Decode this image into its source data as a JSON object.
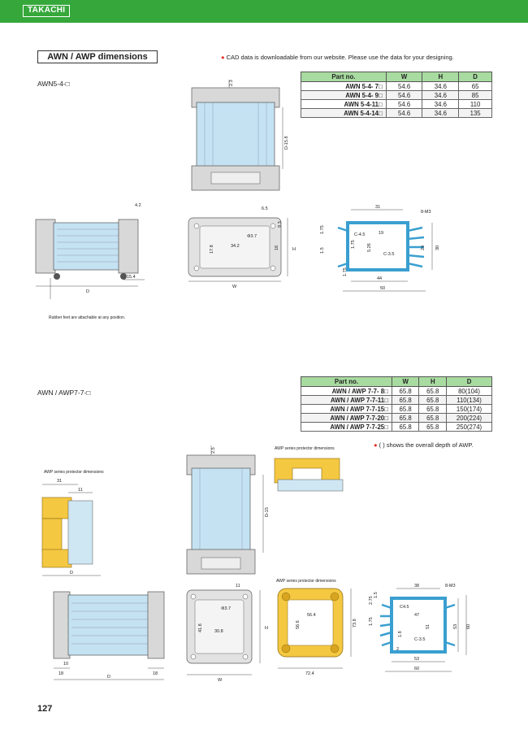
{
  "header": {
    "brand": "TAKACHI"
  },
  "section_title": "AWN / AWP dimensions",
  "cad_note": "CAD data is downloadable from our website.  Please use the data for your designing.",
  "awn5": {
    "label": "AWN5-4-□",
    "table": {
      "headers": [
        "Part no.",
        "W",
        "H",
        "D"
      ],
      "rows": [
        [
          "AWN 5-4- 7□",
          "54.6",
          "34.6",
          "65"
        ],
        [
          "AWN 5-4- 9□",
          "54.6",
          "34.6",
          "85"
        ],
        [
          "AWN 5-4-11□",
          "54.6",
          "34.6",
          "110"
        ],
        [
          "AWN 5-4-14□",
          "54.6",
          "34.6",
          "135"
        ]
      ]
    },
    "rubber_note": "Rubber feet are attachable at any position.",
    "dims": {
      "top_offset": "2.3",
      "depth": "D-15.8",
      "end_w": "4.2",
      "depth_label": "D",
      "foot": "15.4",
      "face_a": "6.5",
      "face_b": "9.3",
      "hole": "Φ3.7",
      "face_c": "17.8",
      "face_d": "34.2",
      "face_e": "16",
      "h": "H",
      "w": "W",
      "prof_31": "31",
      "m3": "8-M3",
      "prof_175": "1.75",
      "c45": "C-4.5",
      "prof_19": "19",
      "prof_15": "1.5",
      "prof_175b": "1.75",
      "prof_526": "5.26",
      "c35": "C-3.5",
      "prof_24": "24",
      "prof_30": "30",
      "prof_44": "44",
      "prof_50": "50",
      "prof_175c": "1.75"
    }
  },
  "awn7": {
    "label": "AWN / AWP7-7-□",
    "table": {
      "headers": [
        "Part no.",
        "W",
        "H",
        "D"
      ],
      "rows": [
        [
          "AWN / AWP 7-7- 8□",
          "65.8",
          "65.8",
          "80(104)"
        ],
        [
          "AWN / AWP 7-7-11□",
          "65.8",
          "65.8",
          "110(134)"
        ],
        [
          "AWN / AWP 7-7-15□",
          "65.8",
          "65.8",
          "150(174)"
        ],
        [
          "AWN / AWP 7-7-20□",
          "65.8",
          "65.8",
          "200(224)"
        ],
        [
          "AWN / AWP 7-7-25□",
          "65.8",
          "65.8",
          "250(274)"
        ]
      ]
    },
    "depth_note": "(   ) shows the overall depth of AWP.",
    "protector_caption": "AWP series protector dimensions",
    "dims": {
      "top_offset": "2.5",
      "depth": "D-15",
      "p31": "31",
      "p11": "11",
      "pd": "D",
      "h": "H",
      "w": "W",
      "d": "D",
      "e18": "18",
      "e18b": "18",
      "e10": "10",
      "f11": "11",
      "hole": "Φ3.7",
      "f418": "41.8",
      "f308": "30.8",
      "prot_564": "56.4",
      "prot_566": "56.6",
      "prot_724": "72.4",
      "prot_738": "73.8",
      "pr38": "38",
      "prm3": "8-M3",
      "pr275": "2.75",
      "pr15": "1.5",
      "prc45": "C4.5",
      "pr47": "47",
      "pr175": "1.75",
      "pr18": "1.8",
      "pr51": "51",
      "pr53": "53",
      "pr60": "60",
      "prc35": "C-3.5",
      "pr2": "2",
      "pr53b": "53",
      "pr60b": "60"
    }
  },
  "page_number": "127",
  "colors": {
    "brand_green": "#36a83b",
    "table_header": "#a8dba0",
    "body_blue": "#c4e2f2",
    "protector_yellow": "#f5c842",
    "end_cap_grey": "#d8d8d8"
  }
}
